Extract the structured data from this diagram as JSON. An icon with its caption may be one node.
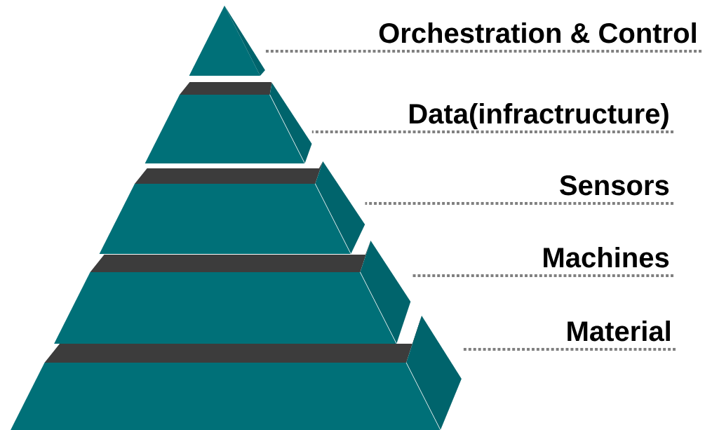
{
  "diagram": {
    "nodes": [
      {
        "text": [],
        "shape": "triangle"
      },
      {
        "text": [],
        "shape": "trapezoid"
      },
      {
        "text": [],
        "shape": "trapezoid"
      },
      {
        "text": [],
        "shape": "trapezoid"
      },
      {
        "text": [],
        "shape": "trapezoid"
      },
      {
        "text": [
          "Orchestration & Control"
        ]
      },
      {
        "text": [
          "Data(infractructure)"
        ]
      },
      {
        "text": [
          "Sensors"
        ]
      },
      {
        "text": [
          "Machines"
        ]
      },
      {
        "text": [
          "Material"
        ]
      }
    ],
    "edges": [
      {
        "from": 5,
        "to": 0,
        "arrow": "none",
        "style": "dashed"
      },
      {
        "from": 6,
        "to": 1,
        "arrow": "none",
        "style": "dashed"
      },
      {
        "from": 7,
        "to": 2,
        "arrow": "none",
        "style": "dashed"
      },
      {
        "from": 8,
        "to": 3,
        "arrow": "none",
        "style": "dashed"
      },
      {
        "from": 9,
        "to": 4,
        "arrow": "none",
        "style": "dashed"
      }
    ]
  }
}
